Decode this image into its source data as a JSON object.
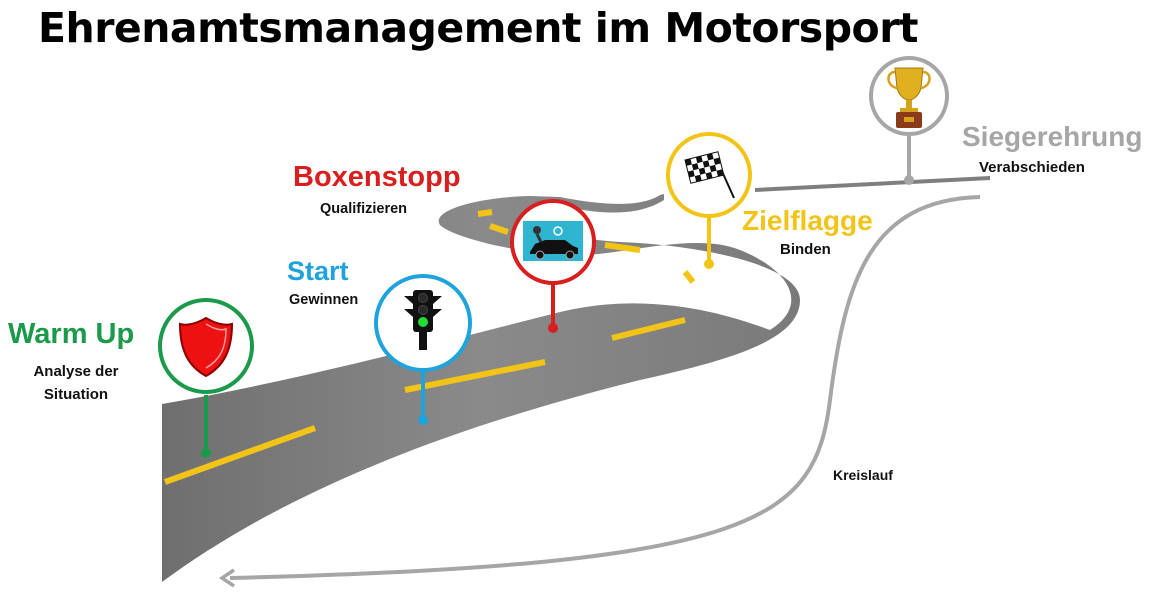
{
  "title": "Ehrenamtsmanagement im Motorsport",
  "stages": [
    {
      "name": "Warm Up",
      "subtitle_line1": "Analyse der",
      "subtitle_line2": "Situation",
      "color": "#1a9a4a",
      "icon": "shield-icon"
    },
    {
      "name": "Start",
      "subtitle_line1": "Gewinnen",
      "color": "#1fa3dc",
      "icon": "traffic-light-icon"
    },
    {
      "name": "Boxenstopp",
      "subtitle_line1": "Qualifizieren",
      "color": "#d91e1e",
      "icon": "pit-stop-car-icon"
    },
    {
      "name": "Zielflagge",
      "subtitle_line1": "Binden",
      "color": "#f2c418",
      "icon": "checkered-flag-icon"
    },
    {
      "name": "Siegerehrung",
      "subtitle_line1": "Verabschieden",
      "color": "#a6a6a6",
      "icon": "trophy-icon"
    }
  ],
  "cycle_label": "Kreislauf",
  "colors": {
    "road": "#7f7f7f",
    "road_marking": "#f2c418",
    "cycle_arrow": "#a6a6a6"
  }
}
